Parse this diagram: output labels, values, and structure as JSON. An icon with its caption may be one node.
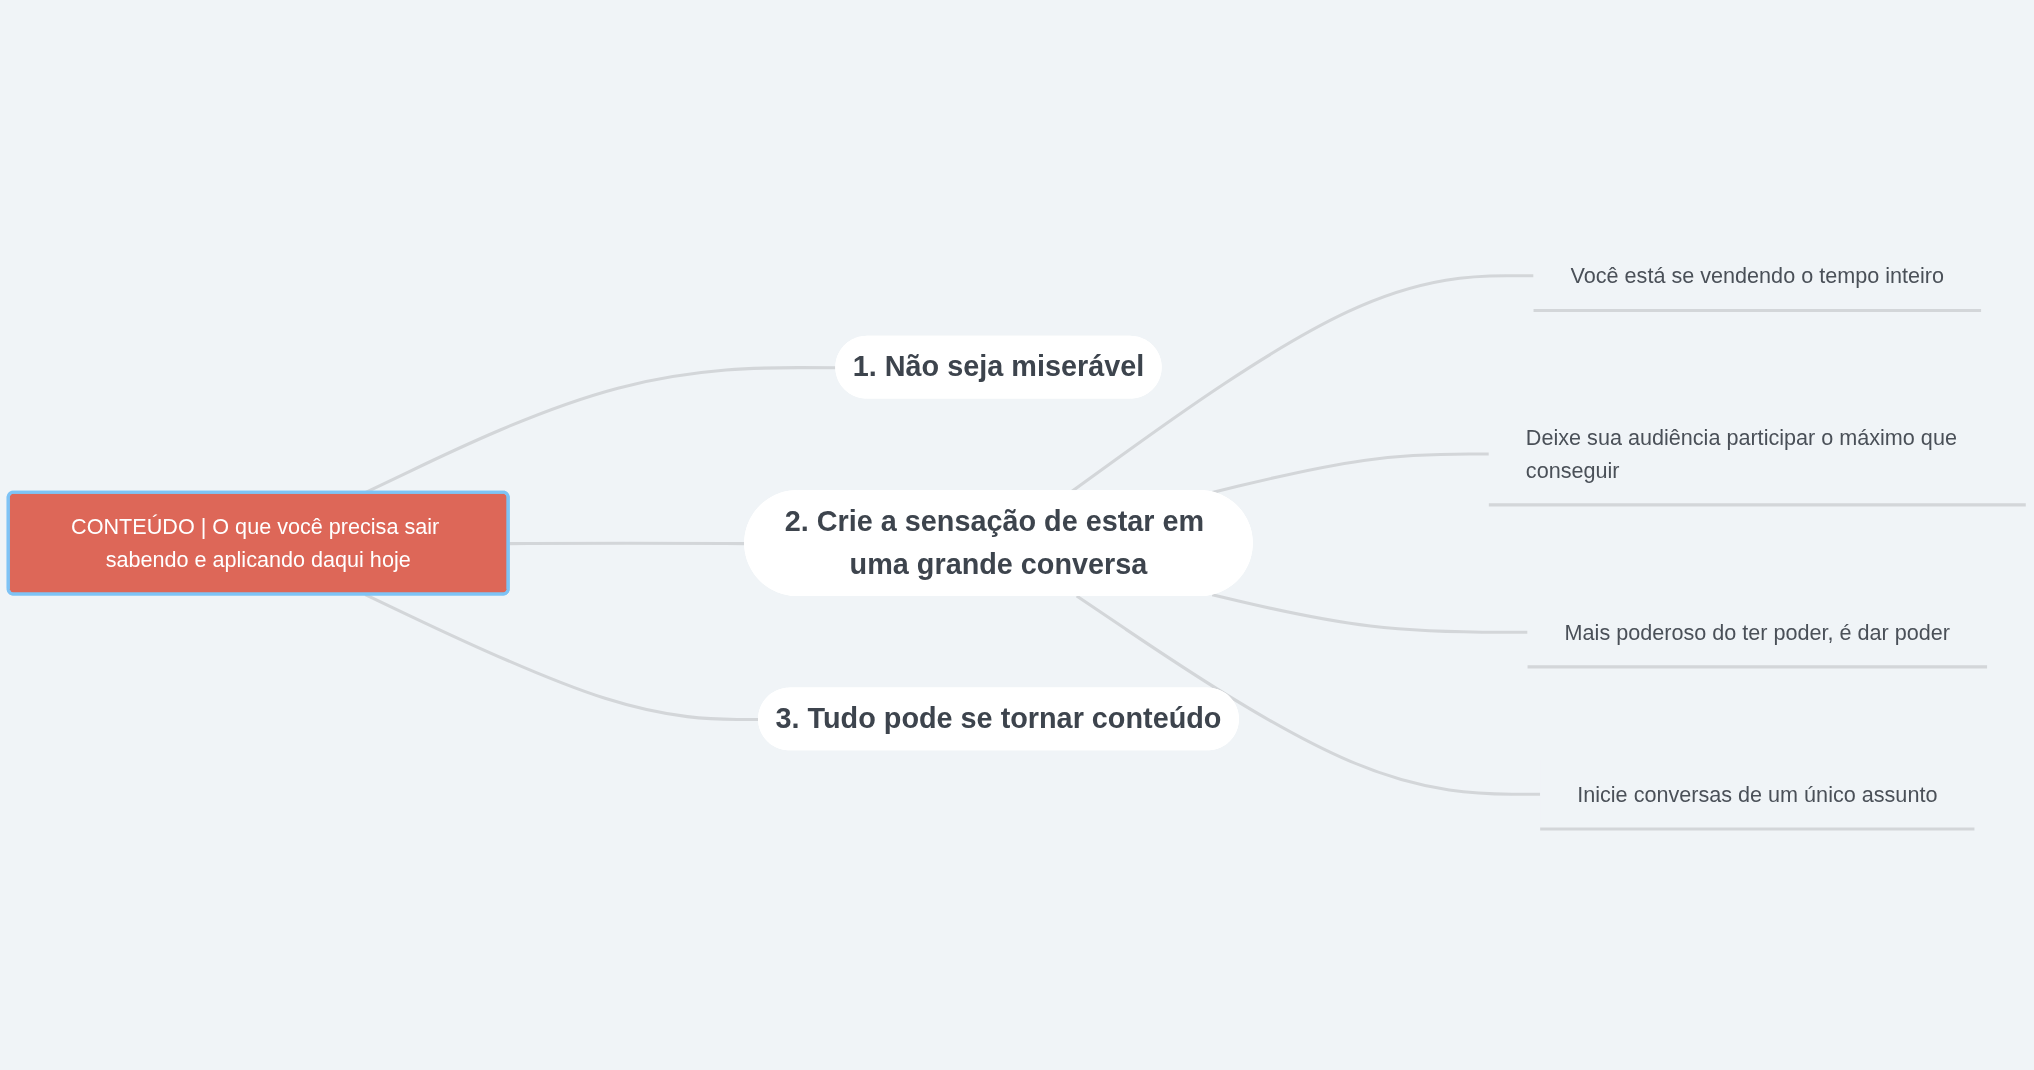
{
  "diagram": {
    "nodes": [
      {
        "text": [
          "CONTEÚDO | O que você precisa sair sabendo e aplicando daqui hoje"
        ]
      },
      {
        "text": [
          "1. Não seja miserável"
        ]
      },
      {
        "text": [
          "2. Crie a sensação de estar em uma grande conversa"
        ]
      },
      {
        "text": [
          "Você está se vendendo o tempo inteiro"
        ]
      },
      {
        "text": [
          "Deixe sua audiência participar o máximo que conseguir"
        ]
      },
      {
        "text": [
          "Mais poderoso do ter poder, é dar poder"
        ]
      },
      {
        "text": [
          "Inicie conversas de um único assunto"
        ]
      },
      {
        "text": [
          "3. Tudo pode se tornar conteúdo"
        ]
      }
    ],
    "edges": [
      {
        "from": 0,
        "to": 1,
        "arrow": "none"
      },
      {
        "from": 0,
        "to": 2,
        "arrow": "none"
      },
      {
        "from": 2,
        "to": 3,
        "arrow": "none"
      },
      {
        "from": 2,
        "to": 4,
        "arrow": "none"
      },
      {
        "from": 2,
        "to": 5,
        "arrow": "none"
      },
      {
        "from": 2,
        "to": 6,
        "arrow": "none"
      },
      {
        "from": 0,
        "to": 7,
        "arrow": "none"
      }
    ]
  }
}
